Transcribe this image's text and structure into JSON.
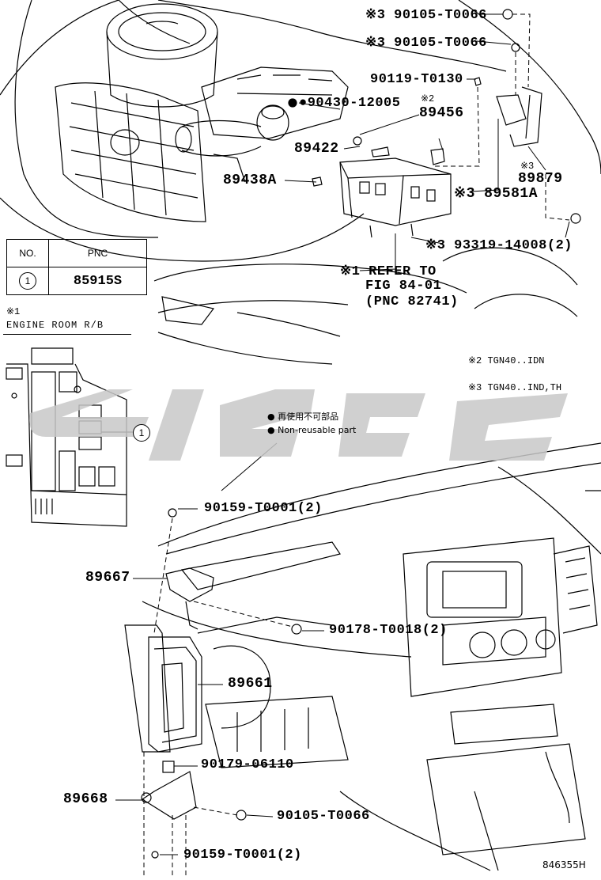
{
  "labels": {
    "top_bolt_1": "※3 90105-T0066",
    "top_bolt_2": "※3 90105-T0066",
    "p90119": "90119-T0130",
    "p90430": "●90430-12005",
    "p89456_note": "※2",
    "p89456": "89456",
    "p89422": "89422",
    "p89438a": "89438A",
    "p89879_note": "※3",
    "p89879": "89879",
    "p89581a": "※3 89581A",
    "p93319": "※3 93319-14008(2)",
    "refer_line1": "※1 REFER TO",
    "refer_line2": "FIG 84-01",
    "refer_line3": "(PNC 82741)",
    "p90159_top": "90159-T0001(2)",
    "p89667": "89667",
    "p90178": "90178-T0018(2)",
    "p89661": "89661",
    "p90179": "90179-06110",
    "p89668": "89668",
    "p90105_bottom": "90105-T0066",
    "p90159_bottom": "90159-T0001(2)",
    "figure_code": "846355H"
  },
  "pnc_table": {
    "header_no": "NO.",
    "header_pnc": "PNC",
    "row_no": "1",
    "row_pnc": "85915S"
  },
  "engine_room": {
    "note_mark": "※1",
    "title": "ENGINE ROOM R/B",
    "callout": "1"
  },
  "notes": {
    "note2": "※2  TGN40..IDN",
    "note3": "※3  TGN40..IND,TH"
  },
  "legend": {
    "jp": "● 再使用不可部品",
    "en": "● Non-reusable part"
  },
  "colors": {
    "line": "#000000",
    "watermark": "#c8c8c8"
  }
}
